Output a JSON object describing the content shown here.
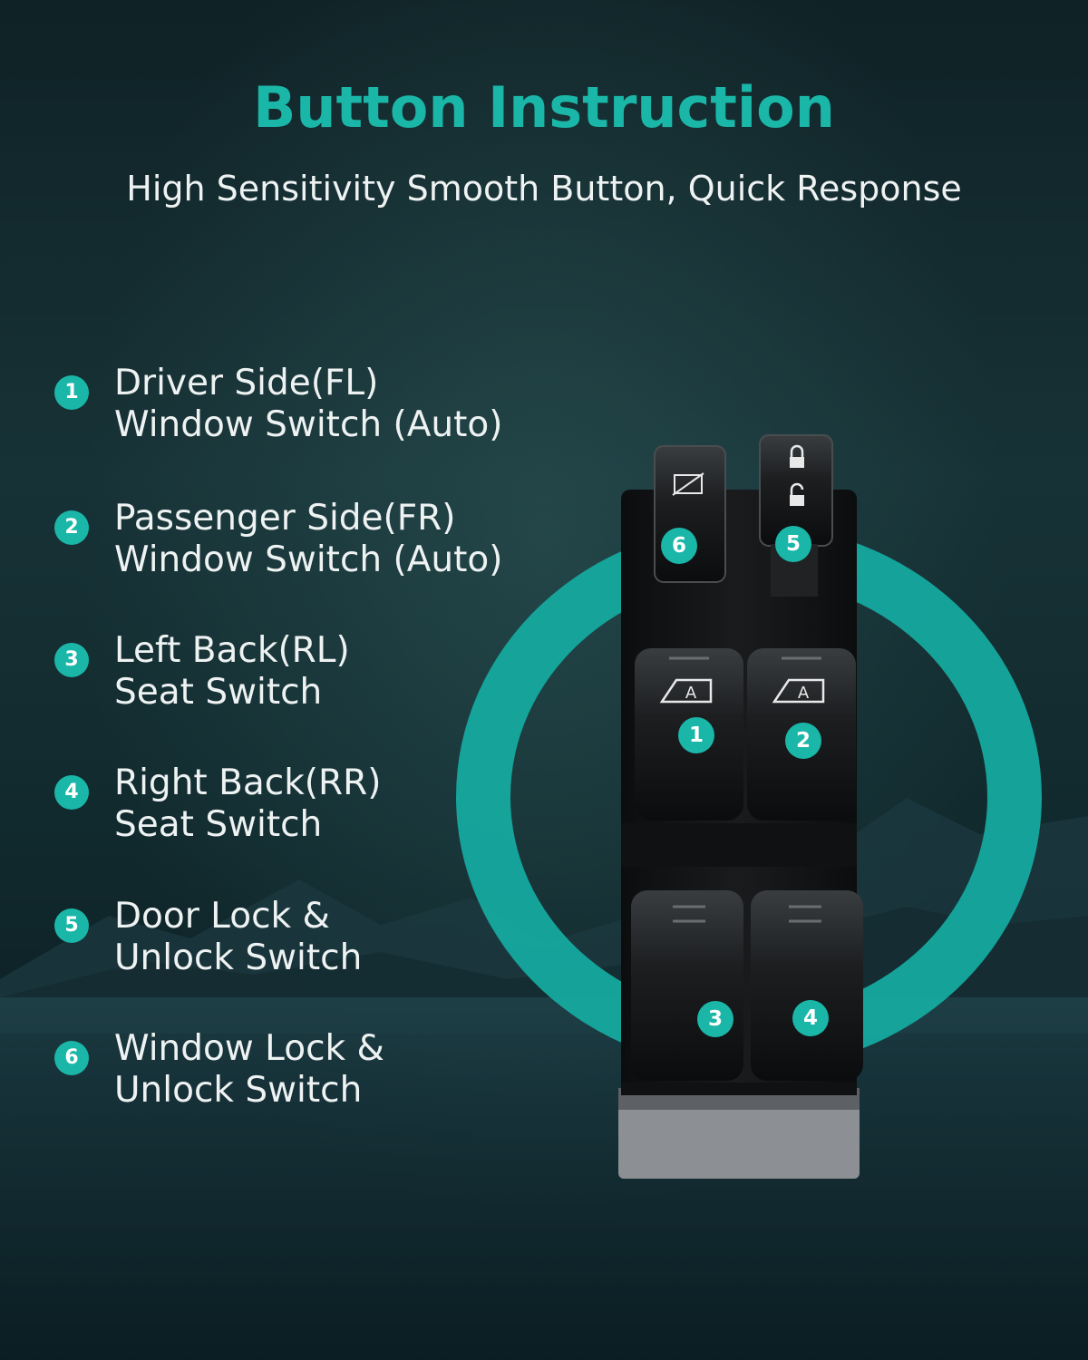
{
  "header": {
    "title": "Button Instruction",
    "subtitle": "High Sensitivity Smooth Button, Quick Response"
  },
  "legend": [
    {
      "number": "1",
      "line1": "Driver Side(FL)",
      "line2": "Window Switch (Auto)"
    },
    {
      "number": "2",
      "line1": "Passenger Side(FR)",
      "line2": "Window Switch (Auto)"
    },
    {
      "number": "3",
      "line1": "Left Back(RL)",
      "line2": "Seat Switch"
    },
    {
      "number": "4",
      "line1": "Right Back(RR)",
      "line2": "Seat Switch"
    },
    {
      "number": "5",
      "line1": "Door Lock &",
      "line2": "Unlock Switch"
    },
    {
      "number": "6",
      "line1": "Window Lock &",
      "line2": "Unlock Switch"
    }
  ],
  "product": {
    "switch_labels": [
      "1",
      "2",
      "3",
      "4",
      "5",
      "6"
    ],
    "auto_label": "A"
  },
  "colors": {
    "accent": "#1ab6a8",
    "text": "#eef2f2",
    "background": "#143034"
  }
}
